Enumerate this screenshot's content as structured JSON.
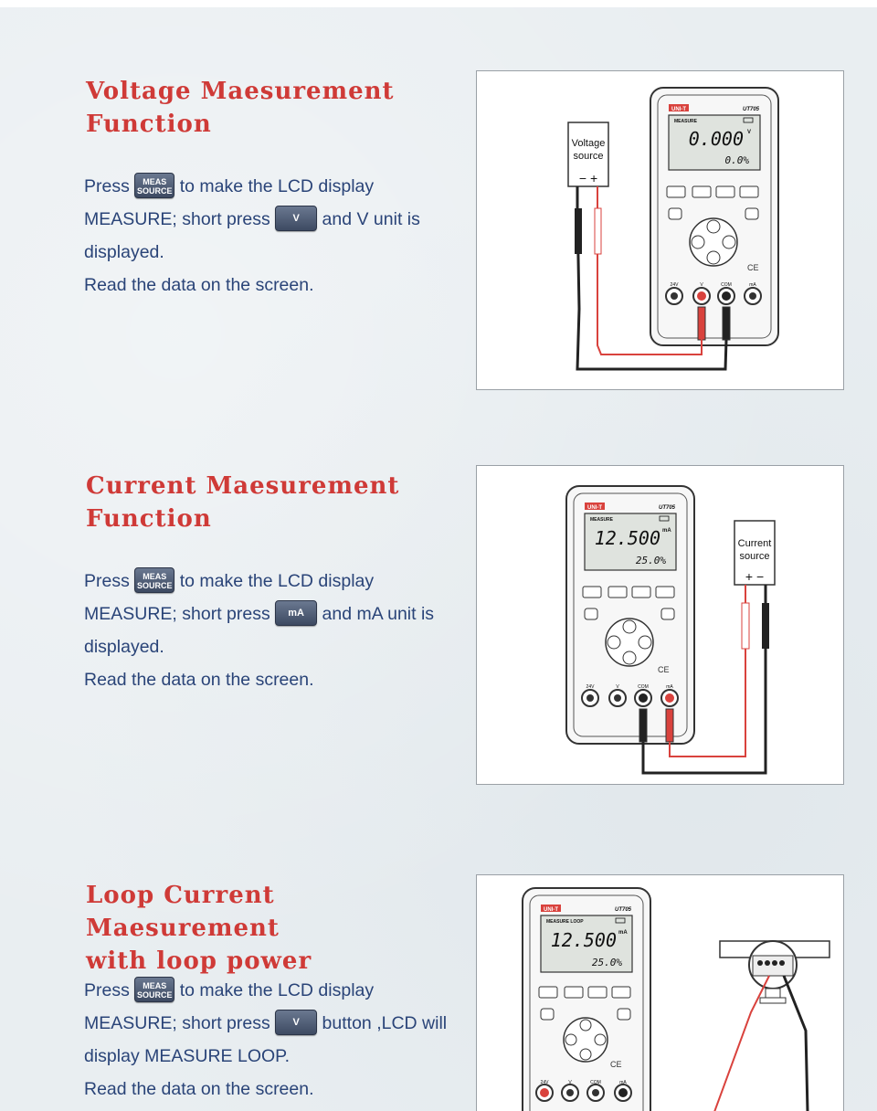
{
  "sections": [
    {
      "title_line1": "Voltage Maesurement",
      "title_line2": "Function",
      "step1_pre": "Press",
      "meas_top": "MEAS",
      "meas_bottom": "SOURCE",
      "step1_post": " to make the LCD display MEASURE; short press ",
      "key_label": "V",
      "step1_end": " and V unit is displayed.",
      "step2": "Read the data on the screen.",
      "diagram": {
        "brand": "UNI-T",
        "model": "UT705",
        "mode": "MEASURE",
        "main_reading": "0.000",
        "main_unit": "V",
        "percent_reading": "0.0%",
        "source_label_1": "Voltage",
        "source_label_2": "source",
        "polarity": "− +",
        "terminals": [
          "24V",
          "V",
          "COM",
          "mA"
        ]
      }
    },
    {
      "title_line1": "Current Maesurement",
      "title_line2": "Function",
      "step1_pre": "Press",
      "meas_top": "MEAS",
      "meas_bottom": "SOURCE",
      "step1_post": " to make the LCD display MEASURE; short press ",
      "key_label": "mA",
      "step1_end": " and mA unit is displayed.",
      "step2": "Read the data on the screen.",
      "diagram": {
        "brand": "UNI-T",
        "model": "UT705",
        "mode": "MEASURE",
        "main_reading": "12.500",
        "main_unit": "mA",
        "percent_reading": "25.0%",
        "source_label_1": "Current",
        "source_label_2": "source",
        "polarity": "+ −",
        "terminals": [
          "24V",
          "V",
          "COM",
          "mA"
        ]
      }
    },
    {
      "title_line1": "Loop Current Maesurement",
      "title_line2": "with loop power",
      "step1_pre": "Press",
      "meas_top": "MEAS",
      "meas_bottom": "SOURCE",
      "step1_post": " to make the LCD display MEASURE; short press ",
      "key_label": "V",
      "step1_end": " button ,LCD will display MEASURE LOOP.",
      "step2": "Read the data on the screen.",
      "diagram": {
        "brand": "UNI-T",
        "model": "UT705",
        "mode": "MEASURE LOOP",
        "main_reading": "12.500",
        "main_unit": "mA",
        "percent_reading": "25.0%",
        "terminals": [
          "24V",
          "V",
          "COM",
          "mA"
        ]
      }
    }
  ],
  "colors": {
    "title_red": "#cf3a37",
    "text_blue": "#2a4478",
    "lead_red": "#d9423d",
    "lead_black": "#222222",
    "lcd_bg": "#dfe3de"
  }
}
